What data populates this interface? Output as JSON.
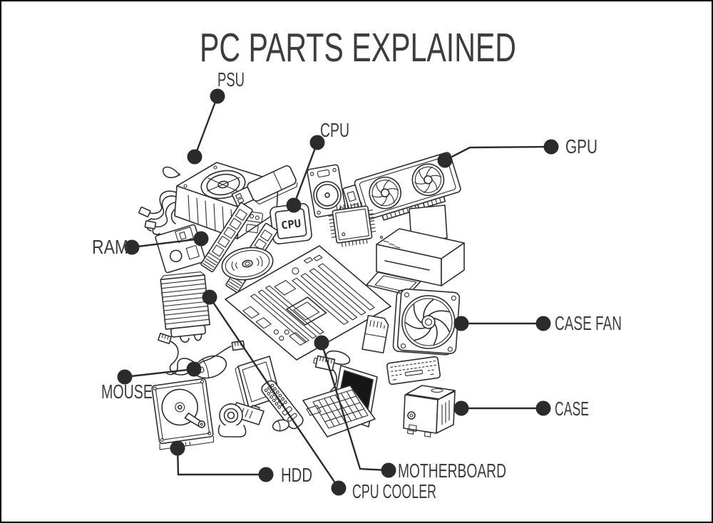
{
  "title": "PC PARTS EXPLAINED",
  "labels": [
    {
      "id": "psu",
      "text": "PSU"
    },
    {
      "id": "cpu",
      "text": "CPU"
    },
    {
      "id": "gpu",
      "text": "GPU"
    },
    {
      "id": "ram",
      "text": "RAM"
    },
    {
      "id": "case-fan",
      "text": "CASE FAN"
    },
    {
      "id": "mouse",
      "text": "MOUSE"
    },
    {
      "id": "case",
      "text": "CASE"
    },
    {
      "id": "hdd",
      "text": "HDD"
    },
    {
      "id": "cpu-cooler",
      "text": "CPU COOLER"
    },
    {
      "id": "motherboard",
      "text": "MOTHERBOARD"
    }
  ],
  "chip_label": "CPU",
  "illustrations": [
    "power-supply",
    "usb-flash-drive",
    "small-drive",
    "graphics-card",
    "cpu-chip",
    "qfp-chip",
    "floppy-disk",
    "ram-modules",
    "cd-disc",
    "printer",
    "motherboard",
    "cpu-heatsink",
    "sd-card",
    "case-fan",
    "mini-keyboard",
    "pc-case",
    "mouse",
    "monitor",
    "remote-control",
    "small-mouse",
    "laptop",
    "hard-drive",
    "webcam",
    "network-cable",
    "rj45-plug"
  ],
  "colors": {
    "background": "#ffffff",
    "frame": "#000000",
    "ink": "#2e2e30",
    "label_text": "#3d3d3f",
    "callout": "#2b2b2d",
    "laptop_screen": "#161616"
  }
}
